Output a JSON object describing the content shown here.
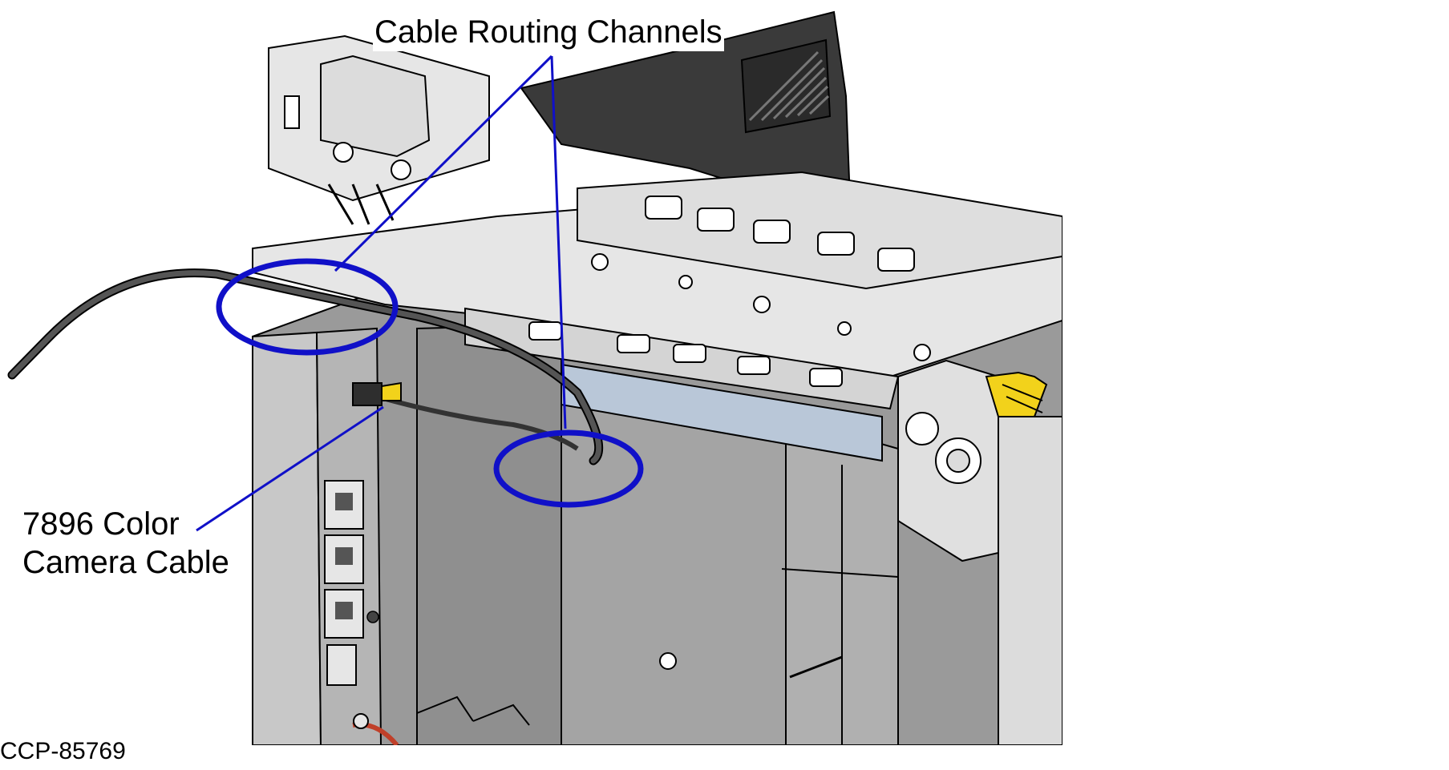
{
  "callouts": {
    "channels_label": "Cable Routing Channels",
    "cable_label_line1": "7896 Color",
    "cable_label_line2": "Camera Cable"
  },
  "figure_code": "CCP-85769",
  "colors": {
    "callout_blue": "#1010c8",
    "metal_light": "#e6e6e6",
    "metal_mid": "#c8c8c8",
    "metal_dark": "#9a9a9a",
    "housing_dark": "#3a3a3a",
    "cable": "#555555",
    "hazard_yellow": "#f2d21b",
    "wire_red": "#c0402a",
    "shield_blue": "#b9c7d8"
  }
}
